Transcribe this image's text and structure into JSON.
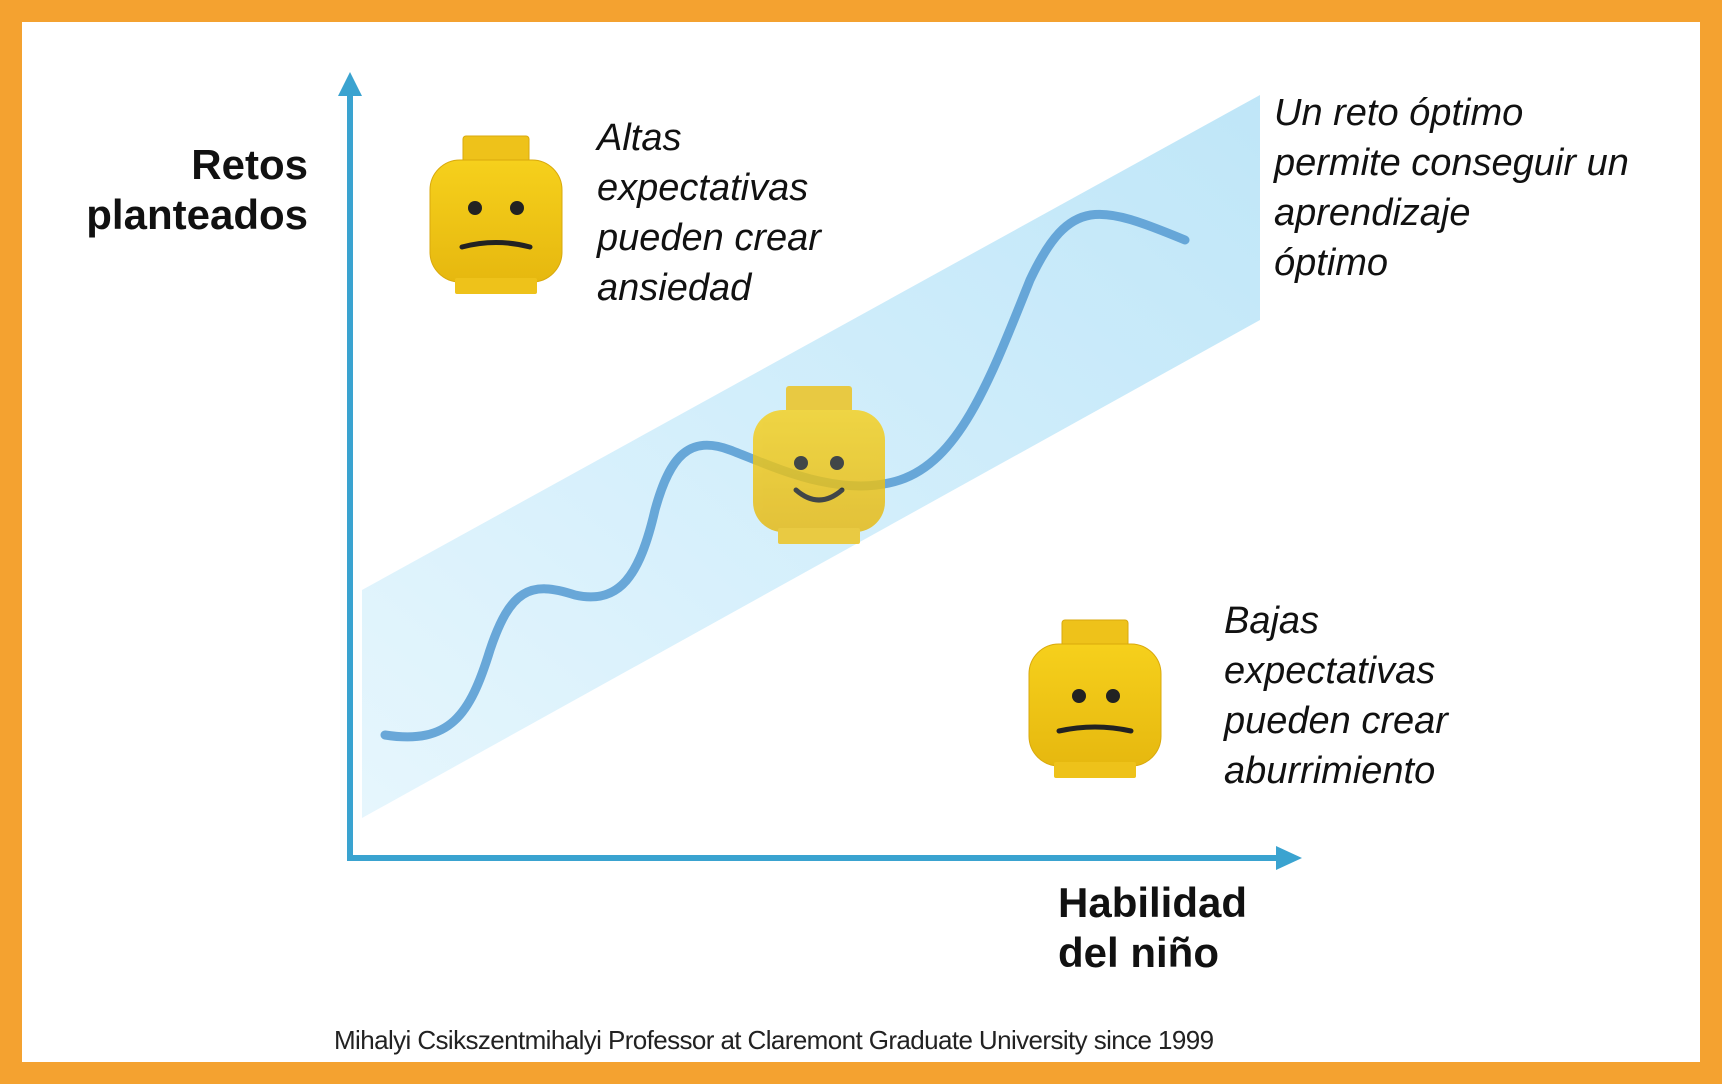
{
  "axes": {
    "y_label_line1": "Retos",
    "y_label_line2": "planteados",
    "x_label_line1": "Habilidad",
    "x_label_line2": "del niño",
    "axis_color": "#3aa3d0"
  },
  "notes": {
    "high_expectations": [
      "Altas",
      "expectativas",
      "pueden crear",
      "ansiedad"
    ],
    "low_expectations": [
      "Bajas",
      "expectativas",
      "pueden crear",
      "aburrimiento"
    ],
    "optimal_challenge": [
      "Un reto óptimo",
      "permite conseguir un",
      "aprendizaje",
      "óptimo"
    ]
  },
  "faces": {
    "top": "sad-face-icon",
    "middle": "happy-face-icon",
    "bottom": "sad-face-icon",
    "face_color": "#f0c419"
  },
  "band": {
    "color": "#cfeefb"
  },
  "credit": "Mihalyi Csikszentmihalyi Professor at Claremont Graduate University since 1999",
  "colors": {
    "frame": "#f4a230",
    "curve": "#5b9fd4"
  }
}
